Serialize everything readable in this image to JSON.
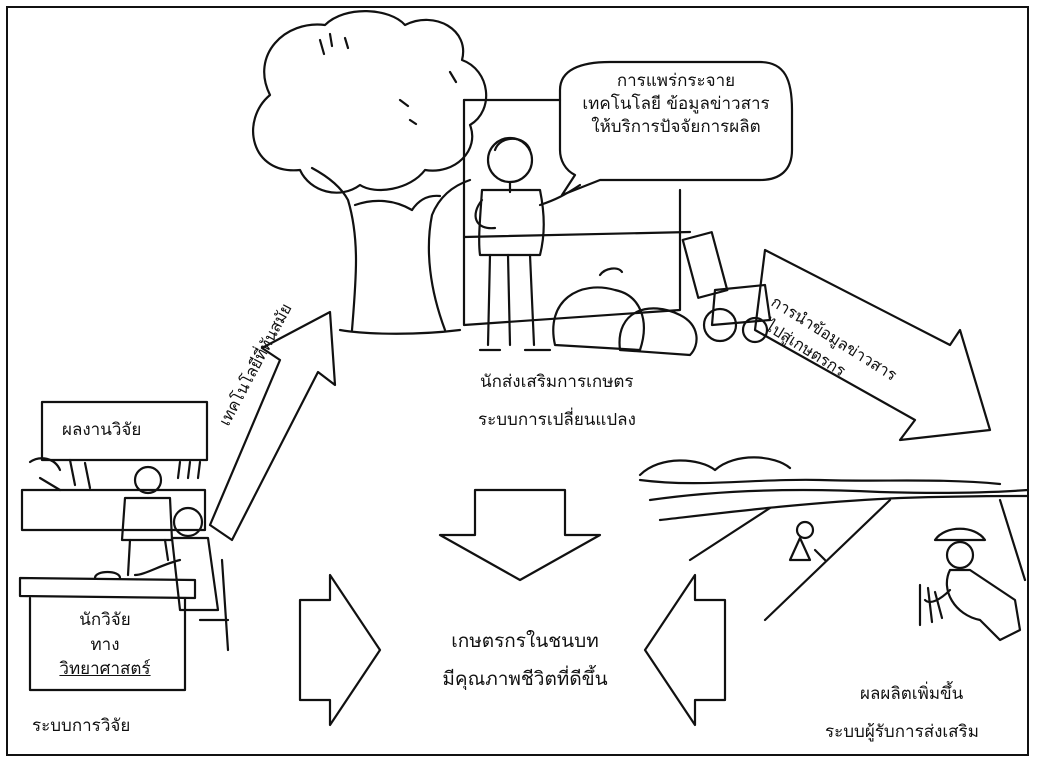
{
  "speech_bubble": {
    "lines": [
      "การแพร่กระจาย",
      "เทคโนโลยี ข้อมูลข่าวสาร",
      "ให้บริการปัจจัยการผลิต"
    ]
  },
  "extension": {
    "role": "นักส่งเสริมการเกษตร",
    "system": "ระบบการเปลี่ยนแปลง"
  },
  "research": {
    "board": "ผลงานวิจัย",
    "role_lines": [
      "นักวิจัย",
      "ทาง",
      "วิทยาศาสตร์"
    ],
    "system": "ระบบการวิจัย"
  },
  "arrows": {
    "left": "เทคโนโลยีที่ทันสมัย",
    "right_line1": "การนำข้อมูลข่าวสาร",
    "right_line2": "ไปสู่เกษตรกร"
  },
  "farmers": {
    "result": "ผลผลิตเพิ่มขึ้น",
    "system": "ระบบผู้รับการส่งเสริม"
  },
  "center": {
    "line1": "เกษตรกรในชนบท",
    "line2": "มีคุณภาพชีวิตที่ดีขึ้น"
  }
}
